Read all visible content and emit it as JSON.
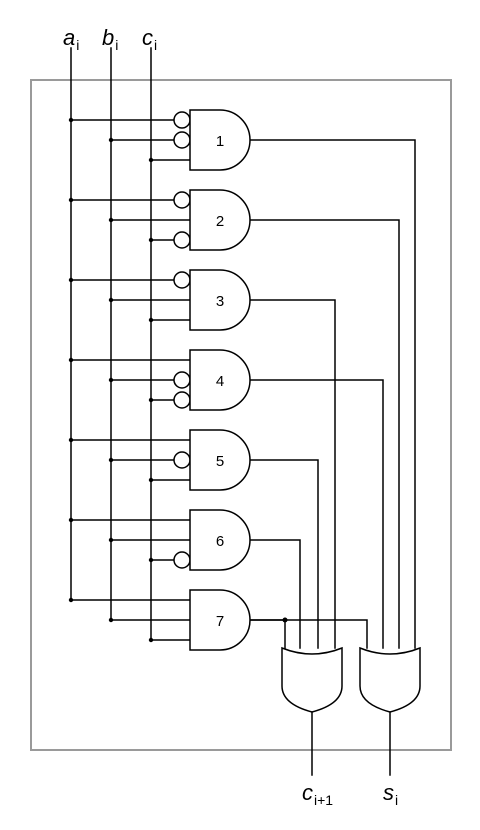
{
  "inputs": [
    {
      "letter": "a",
      "sub": "i"
    },
    {
      "letter": "b",
      "sub": "i"
    },
    {
      "letter": "c",
      "sub": "i"
    }
  ],
  "outputs": [
    {
      "letter": "c",
      "sub": "i+1"
    },
    {
      "letter": "s",
      "sub": "i"
    }
  ],
  "gates": [
    {
      "label": "1",
      "inverted": [
        true,
        true,
        false
      ]
    },
    {
      "label": "2",
      "inverted": [
        true,
        false,
        true
      ]
    },
    {
      "label": "3",
      "inverted": [
        true,
        false,
        false
      ]
    },
    {
      "label": "4",
      "inverted": [
        false,
        true,
        true
      ]
    },
    {
      "label": "5",
      "inverted": [
        false,
        true,
        false
      ]
    },
    {
      "label": "6",
      "inverted": [
        false,
        false,
        true
      ]
    },
    {
      "label": "7",
      "inverted": [
        false,
        false,
        false
      ]
    }
  ]
}
